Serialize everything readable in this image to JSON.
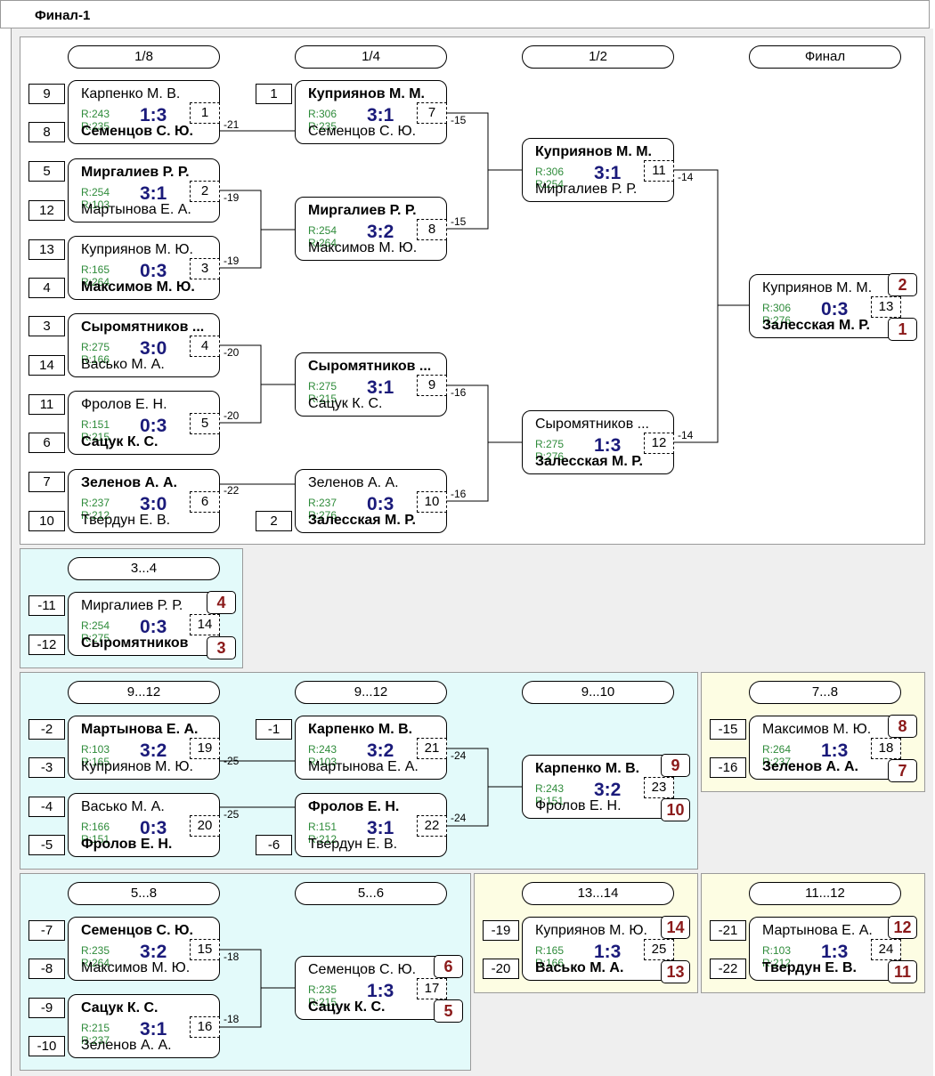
{
  "title": "Финал-1",
  "headers": {
    "r8": "1/8",
    "r4": "1/4",
    "r2": "1/2",
    "final": "Финал",
    "p3_4": "3...4",
    "p9_12a": "9...12",
    "p9_12b": "9...12",
    "p9_10": "9...10",
    "p7_8": "7...8",
    "p5_8": "5...8",
    "p5_6": "5...6",
    "p13_14": "13...14",
    "p11_12": "11...12"
  },
  "matches": {
    "m1": {
      "top": "Карпенко М. В.",
      "bottom": "Семенцов С. Ю.",
      "r1": "R:243",
      "r2": "R:235",
      "score": "1:3",
      "num": "1"
    },
    "m2": {
      "top": "Миргалиев Р. Р.",
      "bottom": "Мартынова Е. А.",
      "r1": "R:254",
      "r2": "R:103",
      "score": "3:1",
      "num": "2"
    },
    "m3": {
      "top": "Куприянов М. Ю.",
      "bottom": "Максимов М. Ю.",
      "r1": "R:165",
      "r2": "R:264",
      "score": "0:3",
      "num": "3"
    },
    "m4": {
      "top": "Сыромятников ...",
      "bottom": "Васько М. А.",
      "r1": "R:275",
      "r2": "R:166",
      "score": "3:0",
      "num": "4"
    },
    "m5": {
      "top": "Фролов Е. Н.",
      "bottom": "Сацук К. С.",
      "r1": "R:151",
      "r2": "R:215",
      "score": "0:3",
      "num": "5"
    },
    "m6": {
      "top": "Зеленов А. А.",
      "bottom": "Твердун Е. В.",
      "r1": "R:237",
      "r2": "R:212",
      "score": "3:0",
      "num": "6"
    },
    "m7": {
      "top": "Куприянов М. М.",
      "bottom": "Семенцов С. Ю.",
      "r1": "R:306",
      "r2": "R:235",
      "score": "3:1",
      "num": "7"
    },
    "m8": {
      "top": "Миргалиев Р. Р.",
      "bottom": "Максимов М. Ю.",
      "r1": "R:254",
      "r2": "R:264",
      "score": "3:2",
      "num": "8"
    },
    "m9": {
      "top": "Сыромятников ...",
      "bottom": "Сацук К. С.",
      "r1": "R:275",
      "r2": "R:215",
      "score": "3:1",
      "num": "9"
    },
    "m10": {
      "top": "Зеленов А. А.",
      "bottom": "Залесская М. Р.",
      "r1": "R:237",
      "r2": "R:276",
      "score": "0:3",
      "num": "10"
    },
    "m11": {
      "top": "Куприянов М. М.",
      "bottom": "Миргалиев Р. Р.",
      "r1": "R:306",
      "r2": "R:254",
      "score": "3:1",
      "num": "11"
    },
    "m12": {
      "top": "Сыромятников ...",
      "bottom": "Залесская М. Р.",
      "r1": "R:275",
      "r2": "R:276",
      "score": "1:3",
      "num": "12"
    },
    "m13": {
      "top": "Куприянов М. М.",
      "bottom": "Залесская М. Р.",
      "r1": "R:306",
      "r2": "R:276",
      "score": "0:3",
      "num": "13"
    },
    "m14": {
      "top": "Миргалиев Р. Р.",
      "bottom": "Сыромятников",
      "r1": "R:254",
      "r2": "R:275",
      "score": "0:3",
      "num": "14"
    },
    "m19": {
      "top": "Мартынова Е. А.",
      "bottom": "Куприянов М. Ю.",
      "r1": "R:103",
      "r2": "R:165",
      "score": "3:2",
      "num": "19"
    },
    "m20": {
      "top": "Васько М. А.",
      "bottom": "Фролов Е. Н.",
      "r1": "R:166",
      "r2": "R:151",
      "score": "0:3",
      "num": "20"
    },
    "m21": {
      "top": "Карпенко М. В.",
      "bottom": "Мартынова Е. А.",
      "r1": "R:243",
      "r2": "R:103",
      "score": "3:2",
      "num": "21"
    },
    "m22": {
      "top": "Фролов Е. Н.",
      "bottom": "Твердун Е. В.",
      "r1": "R:151",
      "r2": "R:212",
      "score": "3:1",
      "num": "22"
    },
    "m23": {
      "top": "Карпенко М. В.",
      "bottom": "Фролов Е. Н.",
      "r1": "R:243",
      "r2": "R:151",
      "score": "3:2",
      "num": "23"
    },
    "m18": {
      "top": "Максимов М. Ю.",
      "bottom": "Зеленов А. А.",
      "r1": "R:264",
      "r2": "R:237",
      "score": "1:3",
      "num": "18"
    },
    "m15": {
      "top": "Семенцов С. Ю.",
      "bottom": "Максимов М. Ю.",
      "r1": "R:235",
      "r2": "R:264",
      "score": "3:2",
      "num": "15"
    },
    "m16": {
      "top": "Сацук К. С.",
      "bottom": "Зеленов А. А.",
      "r1": "R:215",
      "r2": "R:237",
      "score": "3:1",
      "num": "16"
    },
    "m17": {
      "top": "Семенцов С. Ю.",
      "bottom": "Сацук К. С.",
      "r1": "R:235",
      "r2": "R:215",
      "score": "1:3",
      "num": "17"
    },
    "m25": {
      "top": "Куприянов М. Ю.",
      "bottom": "Васько М. А.",
      "r1": "R:165",
      "r2": "R:166",
      "score": "1:3",
      "num": "25"
    },
    "m24": {
      "top": "Мартынова Е. А.",
      "bottom": "Твердун Е. В.",
      "r1": "R:103",
      "r2": "R:212",
      "score": "1:3",
      "num": "24"
    }
  },
  "seeds": {
    "s_9": "9",
    "s_8": "8",
    "s_5": "5",
    "s_12": "12",
    "s_13": "13",
    "s_4": "4",
    "s_3": "3",
    "s_14": "14",
    "s_11": "11",
    "s_6": "6",
    "s_7": "7",
    "s_10": "10",
    "s_q1": "1",
    "s_q2": "2",
    "s_m11": "-11",
    "s_m12": "-12",
    "s_m2": "-2",
    "s_m3": "-3",
    "s_m4": "-4",
    "s_m5": "-5",
    "s_m1": "-1",
    "s_m6": "-6",
    "s_m15": "-15",
    "s_m16": "-16",
    "s_m7": "-7",
    "s_m8": "-8",
    "s_m9": "-9",
    "s_m10": "-10",
    "s_m19": "-19",
    "s_m20": "-20",
    "s_m21": "-21",
    "s_m22": "-22"
  },
  "places": {
    "p2": "2",
    "p1": "1",
    "p4": "4",
    "p3": "3",
    "p9": "9",
    "p10": "10",
    "p8": "8",
    "p7": "7",
    "p6": "6",
    "p5": "5",
    "p14": "14",
    "p13": "13",
    "p12": "12",
    "p11": "11"
  },
  "losers": {
    "l1": "-21",
    "l2": "-19",
    "l3": "-19",
    "l4": "-20",
    "l5": "-20",
    "l6": "-22",
    "l7": "-15",
    "l8": "-15",
    "l9": "-16",
    "l10": "-16",
    "l11": "-14",
    "l12": "-14",
    "l19": "-25",
    "l20": "-25",
    "l21": "-24",
    "l22": "-24",
    "l15": "-18",
    "l16": "-18"
  }
}
